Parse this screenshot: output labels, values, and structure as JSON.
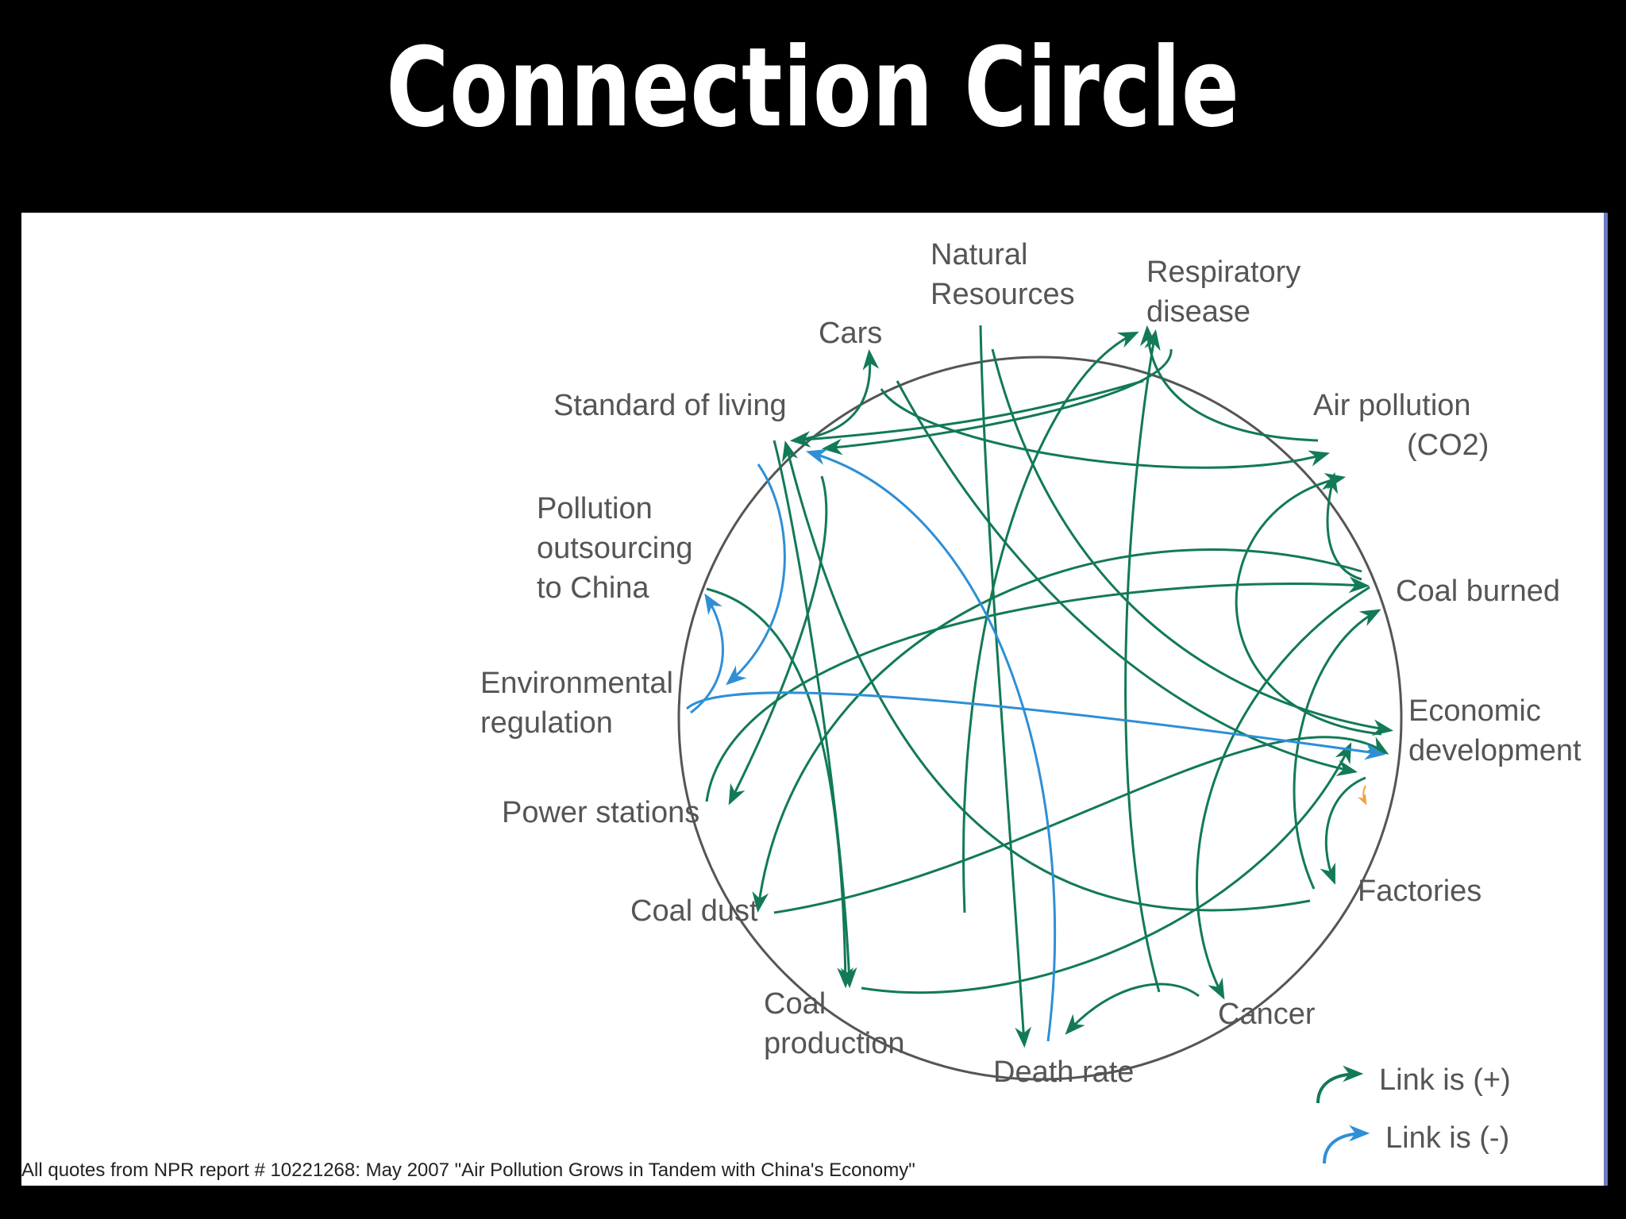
{
  "slide": {
    "title": "Connection Circle"
  },
  "nodes": {
    "natural_resources": [
      "Natural",
      "Resources"
    ],
    "respiratory_disease": [
      "Respiratory",
      "disease"
    ],
    "cars": [
      "Cars"
    ],
    "air_pollution": [
      "Air pollution",
      "(CO2)"
    ],
    "standard_of_living": [
      "Standard of living"
    ],
    "pollution_outsourcing": [
      "Pollution",
      "outsourcing",
      "to China"
    ],
    "coal_burned": [
      "Coal burned"
    ],
    "environmental_regulation": [
      "Environmental",
      "regulation"
    ],
    "economic_development": [
      "Economic",
      "development"
    ],
    "power_stations": [
      "Power stations"
    ],
    "factories": [
      "Factories"
    ],
    "coal_dust": [
      "Coal dust"
    ],
    "coal_production": [
      "Coal",
      "production"
    ],
    "cancer": [
      "Cancer"
    ],
    "death_rate": [
      "Death rate"
    ]
  },
  "legend": {
    "positive": "Link is (+)",
    "negative": "Link is (-)"
  },
  "colors": {
    "positive_link": "#127a55",
    "negative_link": "#2e8fd6",
    "orange_mark": "#f0a040",
    "circle": "#555555"
  },
  "footnote": "All quotes from NPR report # 10221268: May 2007  \"Air Pollution Grows in Tandem with China's Economy\""
}
